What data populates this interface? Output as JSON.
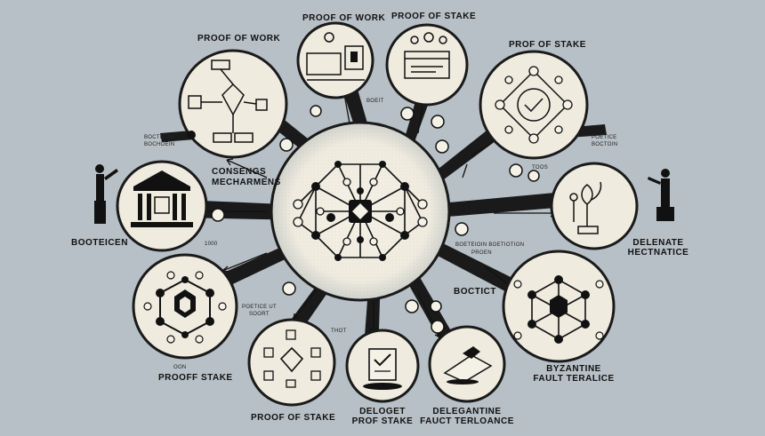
{
  "labels": {
    "proof_of_work_left": "PROOF OF WORK",
    "proof_of_work_top": "PROOF OF WORK",
    "proof_of_stake_top": "PROOF OF STAKE",
    "proof_of_stake_right": "PROF OF STAKE",
    "consensus_line1": "CONSENGS",
    "consensus_line2": "MECHARMENS",
    "booteicen": "BOOTEICEN",
    "delenate_line1": "DELENATE",
    "delenate_line2": "HECTNATICE",
    "proof_stake_left": "PROOFF STAKE",
    "proof_of_stake_bottom": "PROOF OF STAKE",
    "deloget_line1": "DELOGET",
    "deloget_line2": "PROF STAKE",
    "delegantine_line1": "DELEGANTINE",
    "delegantine_line2": "FAUCT TERLOANCE",
    "byzantine_line1": "BYZANTINE",
    "byzantine_line2": "FAULT TERALICE",
    "boctict": "BOCTICT"
  },
  "small_labels": {
    "bocthon_1": "BOCTHON",
    "bocthon_2": "BOCHOEIN",
    "boeit": "BOEIT",
    "poetice": "POETICE",
    "boctoin": "BOCTOIN",
    "tooo_right": "TOOS",
    "tooo_left": "1000",
    "boeteion_1": "BOETEIOIN BOETIOTION",
    "boeteion_2": "PROEN",
    "poetice_ut": "POETICE UT",
    "soort": "SOORT",
    "thot": "THOT",
    "oon": "OON"
  }
}
